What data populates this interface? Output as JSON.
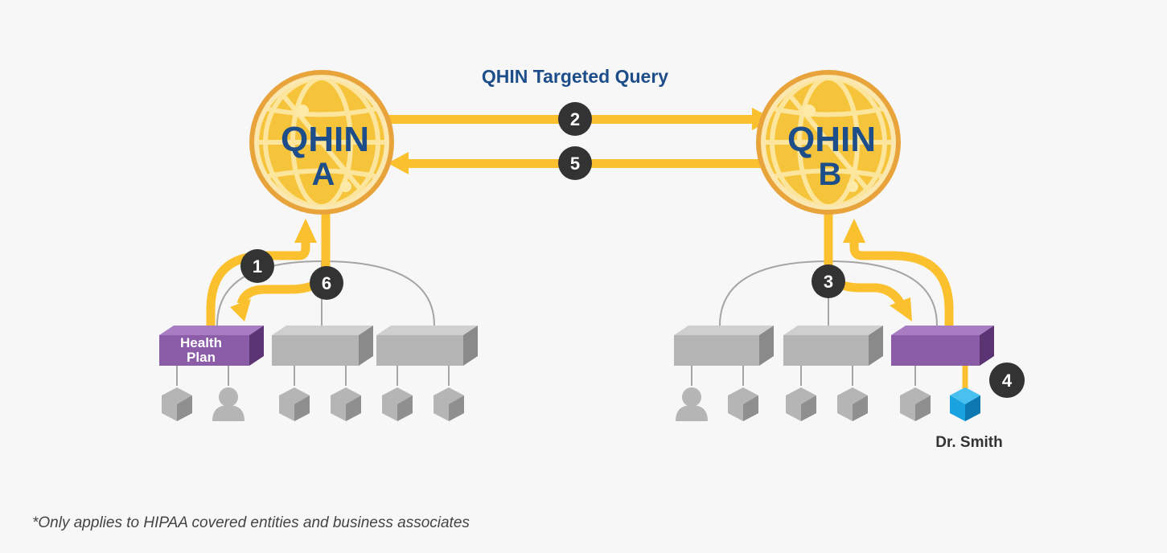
{
  "title": "QHIN Targeted Query",
  "footnote": "*Only applies to HIPAA covered entities and business associates",
  "qhins": [
    {
      "line1": "QHIN",
      "line2": "A"
    },
    {
      "line1": "QHIN",
      "line2": "B"
    }
  ],
  "steps": [
    "1",
    "2",
    "3",
    "4",
    "5",
    "6"
  ],
  "health_plan": {
    "line1": "Health",
    "line2": "Plan"
  },
  "doctor": "Dr. Smith",
  "colors": {
    "arrow": "#fbc02d",
    "globe_ring": "#e8a33a",
    "globe_fill": "#f6c43a",
    "qhin_text": "#1d4e89",
    "badge": "#333333",
    "purple_node": "#8b5ca8",
    "gray_node": "#b5b5b5",
    "doctor_node": "#1aa2e0",
    "title": "#1d4e89"
  }
}
